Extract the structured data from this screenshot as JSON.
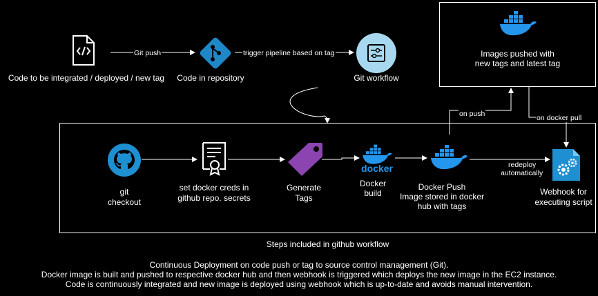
{
  "nodes": {
    "code": "Code to be integrated / deployed / new tag",
    "repo": "Code in repository",
    "git_workflow": "Git workflow",
    "registry": [
      "Images pushed with",
      "new tags and latest tag"
    ],
    "checkout": [
      "git",
      "checkout"
    ],
    "creds": [
      "set docker creds in",
      "github repo. secrets"
    ],
    "tags": [
      "Generate",
      "Tags"
    ],
    "build": [
      "Docker",
      "build"
    ],
    "push": [
      "Docker Push",
      "Image stored in docker",
      "hub with tags"
    ],
    "webhook": [
      "Webhook for",
      "executing script"
    ],
    "docker_wordmark": "docker"
  },
  "edges": {
    "git_push": "Git push",
    "trigger": "trigger pipeline based on tag",
    "on_push": "on push",
    "on_docker_pull": "on docker pull",
    "redeploy": [
      "redeploy",
      "automatically"
    ]
  },
  "workflow_box_label": "Steps included in github workflow",
  "caption": [
    "Continuous Deployment on code push or tag to source control management (Git).",
    "Docker image is built and pushed to respective docker hub and then webhook is triggered which deploys the new image in the EC2 instance.",
    "Code is continuously integrated and new image is deployed using webhook which is up-to-date and avoids manual intervention."
  ],
  "colors": {
    "background": "#000000",
    "git_orange": "#1e87c8",
    "docker_blue": "#2496ed",
    "github_blue": "#1e8fd0",
    "tag_purple": "#8b44b0",
    "workflow_circle": "#a8d8f0"
  }
}
